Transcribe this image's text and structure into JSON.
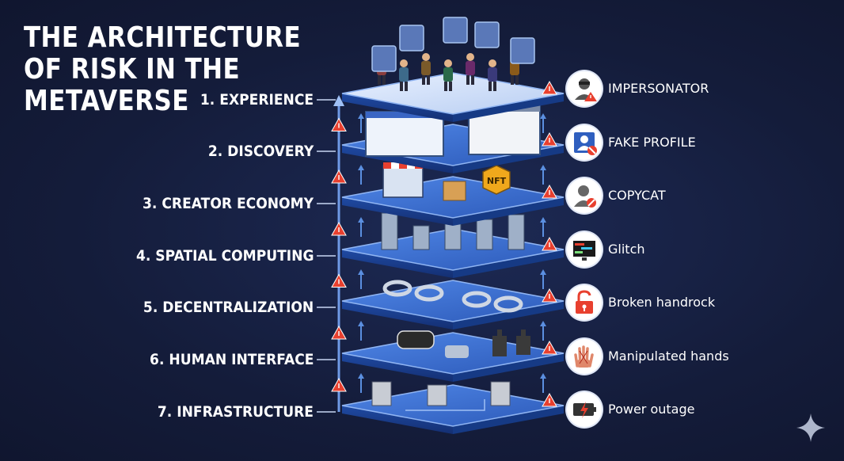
{
  "title_lines": [
    "THE ARCHITECTURE",
    "OF RISK IN THE",
    "METAVERSE"
  ],
  "layers": [
    {
      "label": "1. EXPERIENCE",
      "risk": "IMPERSONATOR",
      "risk_icon": "impersonator-icon"
    },
    {
      "label": "2. DISCOVERY",
      "risk": "FAKE PROFILE",
      "risk_icon": "fake-profile-icon"
    },
    {
      "label": "3. CREATOR ECONOMY",
      "risk": "COPYCAT",
      "risk_icon": "copycat-icon"
    },
    {
      "label": "4. SPATIAL COMPUTING",
      "risk": "Glitch",
      "risk_icon": "glitch-icon"
    },
    {
      "label": "5. DECENTRALIZATION",
      "risk": "Broken handrock",
      "risk_icon": "broken-lock-icon"
    },
    {
      "label": "6. HUMAN INTERFACE",
      "risk": "Manipulated hands",
      "risk_icon": "manipulated-hands-icon"
    },
    {
      "label": "7. INFRASTRUCTURE",
      "risk": "Power outage",
      "risk_icon": "power-outage-icon"
    }
  ],
  "layer_props": [
    "",
    "",
    "NFT",
    "",
    "",
    "",
    ""
  ],
  "colors": {
    "background": "#141c3a",
    "platform_top": "#3b6fd1",
    "platform_side": "#1d3f8f",
    "warning": "#e8402f",
    "arrow": "#5b8fe0",
    "text": "#ffffff"
  },
  "decoration": "sparkle-icon"
}
